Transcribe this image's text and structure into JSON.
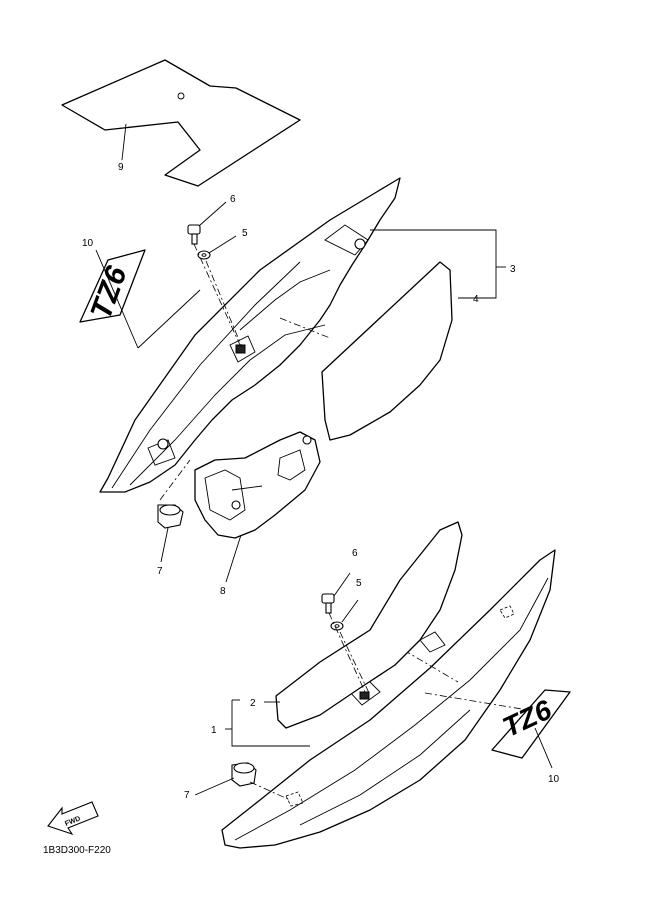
{
  "diagram": {
    "code": "1B3D300-F220",
    "fwd_label": "FWD",
    "emblem_text": "TZ6",
    "callouts": [
      {
        "id": "9",
        "label": "9"
      },
      {
        "id": "10a",
        "label": "10"
      },
      {
        "id": "6a",
        "label": "6"
      },
      {
        "id": "5a",
        "label": "5"
      },
      {
        "id": "3",
        "label": "3"
      },
      {
        "id": "4",
        "label": "4"
      },
      {
        "id": "7a",
        "label": "7"
      },
      {
        "id": "8",
        "label": "8"
      },
      {
        "id": "6b",
        "label": "6"
      },
      {
        "id": "5b",
        "label": "5"
      },
      {
        "id": "2",
        "label": "2"
      },
      {
        "id": "1",
        "label": "1"
      },
      {
        "id": "10b",
        "label": "10"
      },
      {
        "id": "7b",
        "label": "7"
      }
    ]
  }
}
